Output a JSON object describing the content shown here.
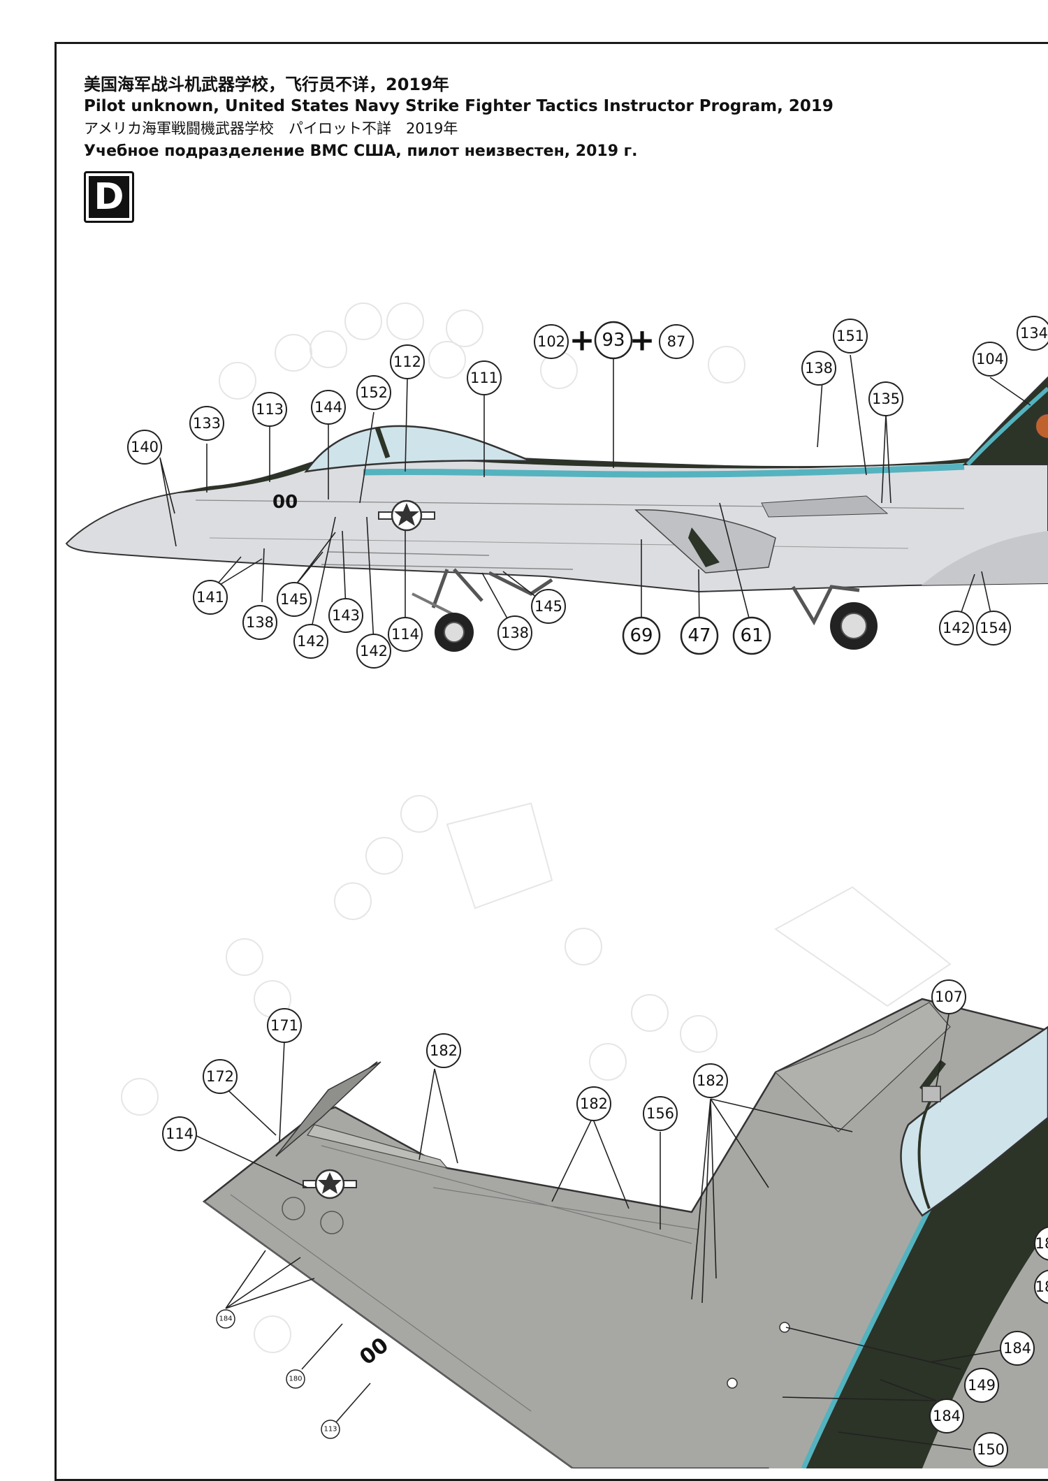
{
  "header": {
    "title_zh": "美国海军战斗机武器学校，飞行员不详，2019年",
    "title_en": "Pilot unknown, United States Navy Strike Fighter Tactics Instructor Program, 2019",
    "title_ja": "アメリカ海軍戦闘機武器学校　パイロット不詳　2019年",
    "title_ru": "Учебное подразделение ВМС США, пилот неизвестен, 2019 г."
  },
  "scheme_letter": "D",
  "side_view": {
    "modex": "00",
    "callouts": [
      "140",
      "133",
      "113",
      "144",
      "152",
      "112",
      "111",
      "102",
      "93",
      "87",
      "138",
      "151",
      "135",
      "104",
      "134",
      "141",
      "138",
      "145",
      "142",
      "143",
      "142",
      "114",
      "138",
      "145",
      "69",
      "47",
      "61",
      "142",
      "154"
    ],
    "plus_signs": [
      "+",
      "+"
    ]
  },
  "top_view": {
    "modex": "00",
    "callouts": [
      "171",
      "172",
      "114",
      "182",
      "182",
      "156",
      "182",
      "107",
      "184",
      "113",
      "180",
      "184",
      "149",
      "184",
      "150",
      "18",
      "18"
    ]
  },
  "colors": {
    "light_gray": "#dcdde0",
    "dark_green": "#2c3327",
    "teal_stripe": "#54b3bf",
    "wing_gray": "#a7a8a4",
    "canopy": "#cfe3ea",
    "ink": "#111111"
  },
  "icons": [
    "national-insignia-star-icon",
    "landing-gear-wheel-icon"
  ]
}
